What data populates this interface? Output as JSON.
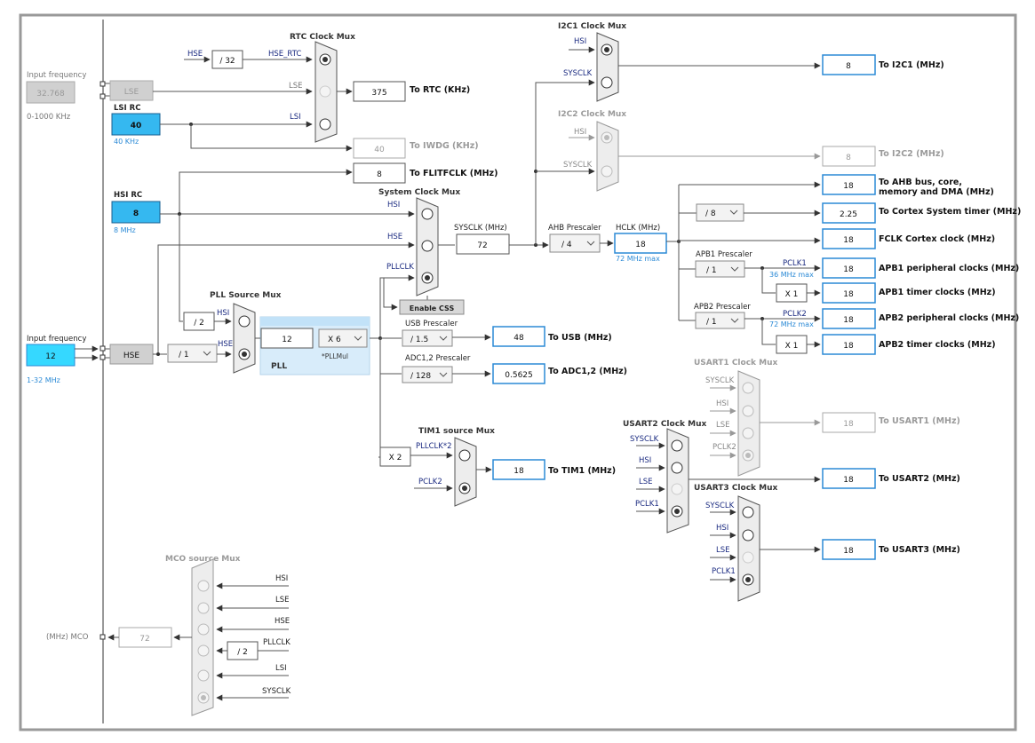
{
  "colors": {
    "accent_blue": "#2b8ad6",
    "input_fill": "#35b8f0",
    "frame": "#999999",
    "mux_fill": "#ededed"
  },
  "inputs": {
    "lse": {
      "label": "Input frequency",
      "value": "32.768",
      "range": "0-1000 KHz",
      "source": "LSE"
    },
    "lsi": {
      "label": "LSI RC",
      "value": "40",
      "note": "40 KHz"
    },
    "hsi": {
      "label": "HSI RC",
      "value": "8",
      "note": "8 MHz"
    },
    "hse": {
      "label": "Input frequency",
      "value": "12",
      "range": "1-32 MHz",
      "source": "HSE"
    }
  },
  "rtc_mux": {
    "title": "RTC Clock Mux",
    "inputs": [
      "HSE_RTC",
      "LSE",
      "LSI"
    ],
    "hse_label": "HSE",
    "div": "/ 32",
    "value": "375",
    "out_label": "To RTC (KHz)"
  },
  "iwdg": {
    "value": "40",
    "label": "To IWDG (KHz)"
  },
  "flit": {
    "value": "8",
    "label": "To FLITFCLK (MHz)"
  },
  "sys_mux": {
    "title": "System Clock Mux",
    "inputs": [
      "HSI",
      "HSE",
      "PLLCLK"
    ],
    "enable_css": "Enable CSS",
    "sysclk_label": "SYSCLK (MHz)",
    "sysclk_value": "72"
  },
  "pll_mux": {
    "title": "PLL Source Mux",
    "hsi_div": "/ 2",
    "inputs": [
      "HSI",
      "HSE"
    ],
    "hse_div": "/ 1"
  },
  "pll": {
    "label": "PLL",
    "value": "12",
    "mul": "X 6",
    "mul_note": "*PLLMul"
  },
  "ahb": {
    "label": "AHB Prescaler",
    "value": "/ 4",
    "hclk_label": "HCLK (MHz)",
    "hclk_value": "18",
    "hclk_note": "72 MHz max"
  },
  "i2c1": {
    "title": "I2C1 Clock Mux",
    "inputs": [
      "HSI",
      "SYSCLK"
    ],
    "value": "8",
    "out_label": "To I2C1 (MHz)"
  },
  "i2c2": {
    "title": "I2C2 Clock Mux",
    "inputs": [
      "HSI",
      "SYSCLK"
    ],
    "value": "8",
    "out_label": "To I2C2 (MHz)"
  },
  "ahb_outputs": [
    {
      "value": "18",
      "label": "To AHB bus, core,",
      "label2": "memory and DMA (MHz)"
    },
    {
      "value": "2.25",
      "label": "To Cortex System timer (MHz)",
      "div": "/ 8"
    },
    {
      "value": "18",
      "label": "FCLK Cortex clock (MHz)"
    }
  ],
  "apb1": {
    "label": "APB1 Prescaler",
    "div": "/ 1",
    "pclk": "PCLK1",
    "note": "36 MHz max",
    "periph_value": "18",
    "periph_label": "APB1 peripheral clocks (MHz)",
    "timer_mul": "X 1",
    "timer_value": "18",
    "timer_label": "APB1 timer clocks (MHz)"
  },
  "apb2": {
    "label": "APB2 Prescaler",
    "div": "/ 1",
    "pclk": "PCLK2",
    "note": "72 MHz max",
    "periph_value": "18",
    "periph_label": "APB2 peripheral clocks (MHz)",
    "timer_mul": "X 1",
    "timer_value": "18",
    "timer_label": "APB2 timer clocks (MHz)"
  },
  "usb": {
    "label": "USB Prescaler",
    "div": "/ 1.5",
    "value": "48",
    "out_label": "To USB (MHz)"
  },
  "adc": {
    "label": "ADC1,2 Prescaler",
    "div": "/ 128",
    "value": "0.5625",
    "out_label": "To ADC1,2 (MHz)"
  },
  "tim1": {
    "title": "TIM1 source Mux",
    "mul": "X 2",
    "inputs": [
      "PLLCLK*2",
      "PCLK2"
    ],
    "value": "18",
    "out_label": "To TIM1 (MHz)"
  },
  "usart1": {
    "title": "USART1 Clock Mux",
    "inputs": [
      "SYSCLK",
      "HSI",
      "LSE",
      "PCLK2"
    ],
    "value": "18",
    "out_label": "To USART1 (MHz)"
  },
  "usart2": {
    "title": "USART2 Clock Mux",
    "inputs": [
      "SYSCLK",
      "HSI",
      "LSE",
      "PCLK1"
    ],
    "value": "18",
    "out_label": "To USART2 (MHz)"
  },
  "usart3": {
    "title": "USART3 Clock Mux",
    "inputs": [
      "SYSCLK",
      "HSI",
      "LSE",
      "PCLK1"
    ],
    "value": "18",
    "out_label": "To USART3 (MHz)"
  },
  "mco": {
    "title": "MCO source Mux",
    "inputs": [
      "HSI",
      "LSE",
      "HSE",
      "PLLCLK",
      "LSI",
      "SYSCLK"
    ],
    "pll_div": "/ 2",
    "value": "72",
    "label": "(MHz) MCO"
  }
}
